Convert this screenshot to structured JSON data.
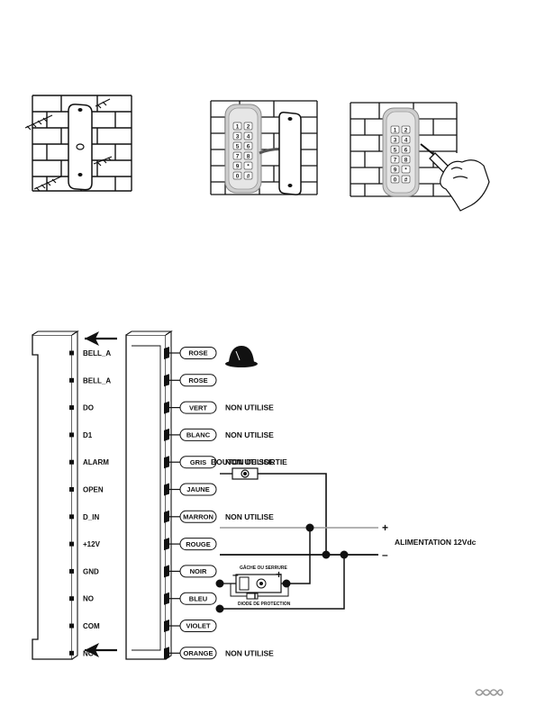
{
  "illustrations": [
    {
      "name": "step-1-mount-backplate"
    },
    {
      "name": "step-2-connect-keypad"
    },
    {
      "name": "step-3-fix-screw"
    }
  ],
  "keypad_keys": [
    "1",
    "2",
    "3",
    "4",
    "5",
    "6",
    "7",
    "8",
    "9",
    "*",
    "0",
    "#"
  ],
  "pins": [
    "BELL_A",
    "BELL_A",
    "DO",
    "D1",
    "ALARM",
    "OPEN",
    "D_IN",
    "+12V",
    "GND",
    "NO",
    "COM",
    "NC"
  ],
  "wires": [
    {
      "color": "ROSE",
      "note": ""
    },
    {
      "color": "ROSE",
      "note": ""
    },
    {
      "color": "VERT",
      "note": "NON UTILISE"
    },
    {
      "color": "BLANC",
      "note": "NON UTILISE"
    },
    {
      "color": "GRIS",
      "note": "NON UTILISE"
    },
    {
      "color": "JAUNE",
      "note": ""
    },
    {
      "color": "MARRON",
      "note": "NON UTILISE"
    },
    {
      "color": "ROUGE",
      "note": ""
    },
    {
      "color": "NOIR",
      "note": ""
    },
    {
      "color": "BLEU",
      "note": ""
    },
    {
      "color": "VIOLET",
      "note": ""
    },
    {
      "color": "ORANGE",
      "note": "NON UTILISE"
    }
  ],
  "exit_button_label": "BOUTON DE SORTIE",
  "power_label": "ALIMENTATION 12Vdc",
  "plus_sign": "+",
  "minus_sign": "–",
  "lock_label": "GÂCHE OU SERRURE",
  "lock_minus": "–",
  "lock_plus": "+",
  "diode_label": "DIODE DE PROTECTION",
  "colors": {
    "ink": "#111111",
    "wire_gray": "#9a9a9a",
    "brick_fill": "#ffffff",
    "keypad_gray": "#d9d9d9"
  }
}
